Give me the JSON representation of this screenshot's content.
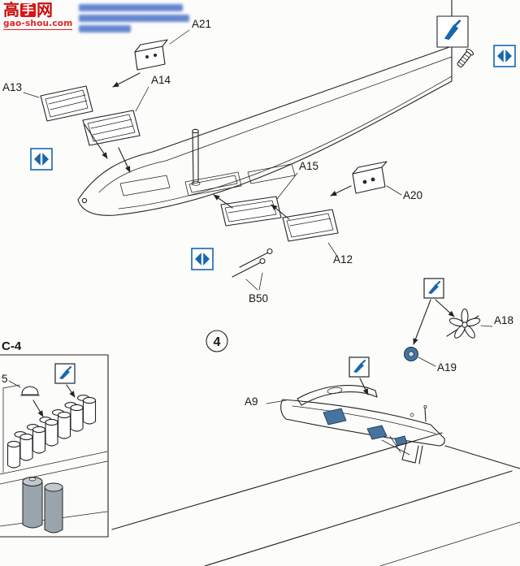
{
  "watermark": {
    "chars": [
      "高",
      "手",
      "网"
    ],
    "url": "gao-shou.com"
  },
  "step": {
    "number": "4"
  },
  "parts": {
    "a9": "A9",
    "a12": "A12",
    "a13": "A13",
    "a14": "A14",
    "a15": "A15",
    "a18": "A18",
    "a19": "A19",
    "a20": "A20",
    "a21": "A21",
    "b50": "B50"
  },
  "inset": {
    "label": "C-4",
    "part": "5"
  },
  "icons": {
    "diamond": "decal-diamond",
    "paint_brush": "paint-brush",
    "screw": "screw"
  },
  "colors": {
    "accent_blue": "#1767ad",
    "part_blue": "#46749f",
    "watermark_red": "#d91414",
    "line": "#232323"
  }
}
